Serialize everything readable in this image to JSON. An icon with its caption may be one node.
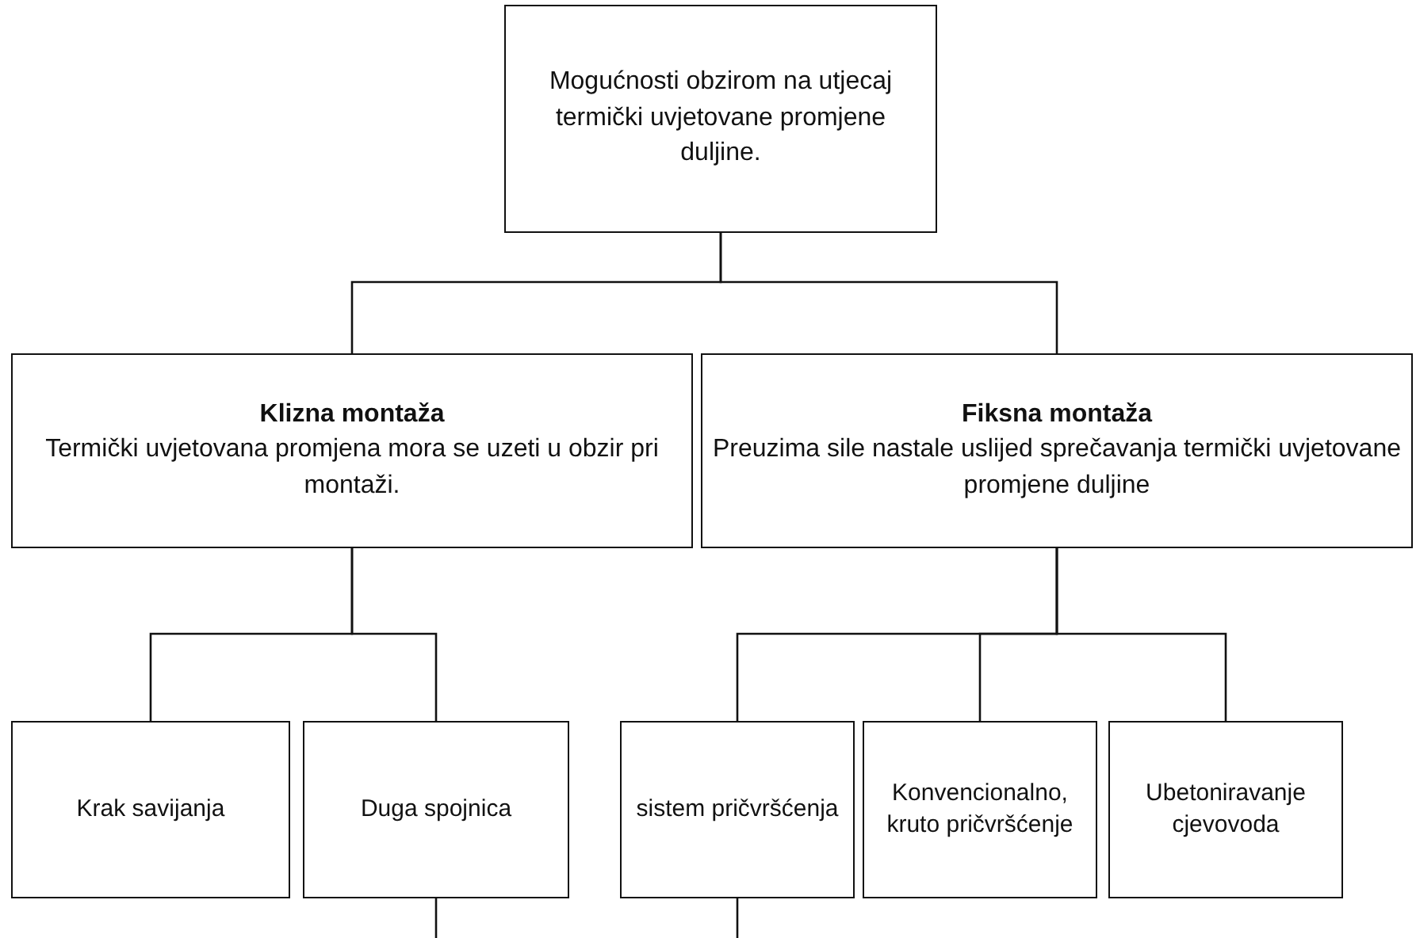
{
  "diagram": {
    "nodes": [
      {
        "text": [
          "Mogućnosti obzirom na utjecaj termički uvjetovane promjene duljine."
        ]
      },
      {
        "text": [
          "Klizna montaža",
          "Termički uvjetovana promjena mora se uzeti u obzir pri montaži."
        ]
      },
      {
        "text": [
          "Fiksna montaža",
          "Preuzima sile nastale uslijed sprečavanja termički uvjetovane promjene duljine"
        ]
      },
      {
        "text": [
          "Krak savijanja"
        ]
      },
      {
        "text": [
          "Duga spojnica"
        ]
      },
      {
        "text": [
          "sistem pričvršćenja"
        ]
      },
      {
        "text": [
          "Konvencionalno, kruto pričvršćenje"
        ]
      },
      {
        "text": [
          "Ubetoniravanje cjevovoda"
        ]
      }
    ],
    "edges": [
      {
        "from": 0,
        "to": 1,
        "arrow": "none"
      },
      {
        "from": 0,
        "to": 2,
        "arrow": "none"
      },
      {
        "from": 1,
        "to": 3,
        "arrow": "none"
      },
      {
        "from": 1,
        "to": 4,
        "arrow": "none"
      },
      {
        "from": 2,
        "to": 5,
        "arrow": "none"
      },
      {
        "from": 2,
        "to": 6,
        "arrow": "none"
      },
      {
        "from": 2,
        "to": 7,
        "arrow": "none"
      },
      {
        "from": 4,
        "to": null,
        "arrow": "none"
      },
      {
        "from": 5,
        "to": null,
        "arrow": "none"
      }
    ]
  }
}
